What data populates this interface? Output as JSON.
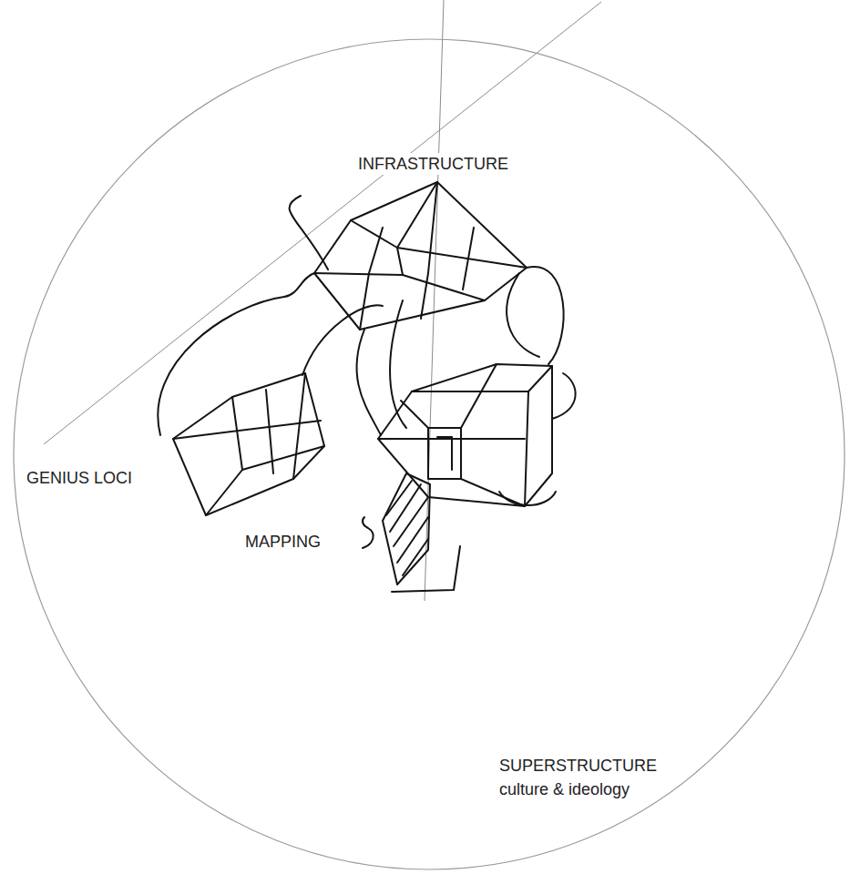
{
  "diagram": {
    "nodes": [
      {
        "text": [
          "SUPERSTRUCTURE",
          "culture & ideology"
        ]
      }
    ],
    "labels": [
      "INFRASTRUCTURE",
      "GENIUS LOCI",
      "MAPPING"
    ]
  }
}
